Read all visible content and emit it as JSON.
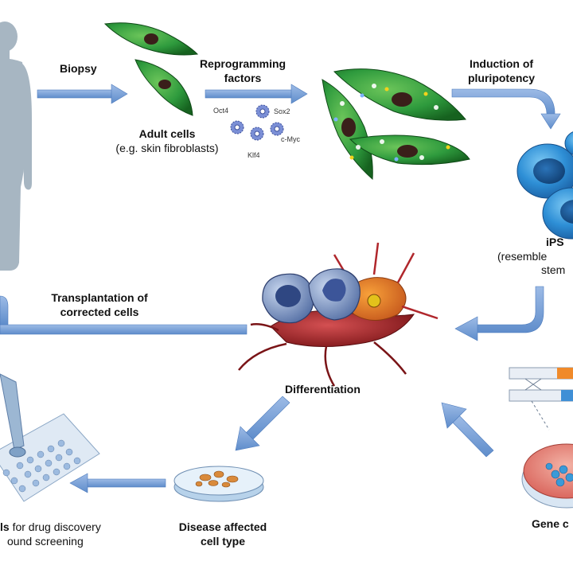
{
  "steps": {
    "biopsy": "Biopsy",
    "reprogramming_line1": "Reprogramming",
    "reprogramming_line2": "factors",
    "induction_line1": "Induction of",
    "induction_line2": "pluripotency",
    "adult_cells_title": "Adult cells",
    "adult_cells_example": "(e.g. skin fibroblasts)",
    "ips_title": "iPS",
    "ips_desc_line1": "(resemble",
    "ips_desc_line2": "stem",
    "transplant_line1": "Transplantation of",
    "transplant_line2": "corrected cells",
    "differentiation": "Differentiation",
    "disease_line1": "Disease affected",
    "disease_line2": "cell type",
    "drug_line1_bold": "ls",
    "drug_line1_rest": " for drug discovery",
    "drug_line2": "ound screening",
    "gene_correction": "Gene c"
  },
  "factors": {
    "oct4": "Oct4",
    "sox2": "Sox2",
    "cmyc": "c-Myc",
    "klf4": "Klf4"
  },
  "colors": {
    "arrow": "#6f9bd4",
    "arrow_edge": "#4d7bbd",
    "human_silhouette": "#a7b6c2",
    "fibroblast": "#2e9a3d",
    "ips_cell": "#2e8fd6",
    "differentiated_red": "#b0272c",
    "dish": "#d65a52"
  }
}
